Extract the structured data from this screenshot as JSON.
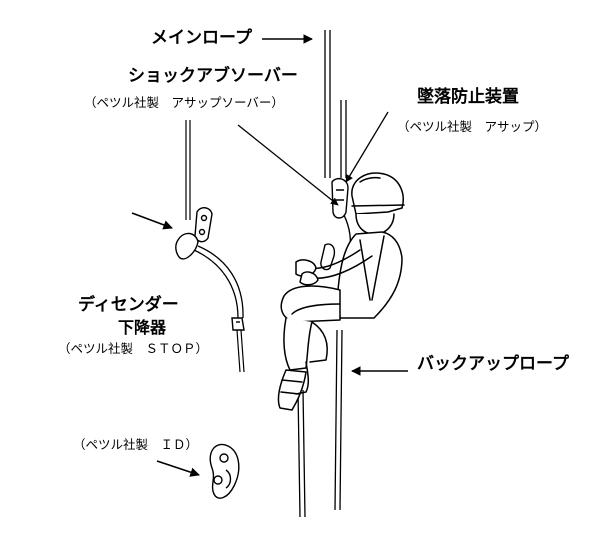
{
  "labels": {
    "main_rope": "メインロープ",
    "shock_absorber": "ショックアブソーバー",
    "shock_absorber_product": "（ペツル社製　アサップソーバー）",
    "fall_arrest": "墜落防止装置",
    "fall_arrest_product": "（ペツル社製　アサップ）",
    "descender": "ディセンダー",
    "descender_jp": "下降器",
    "descender_product": "（ペツル社製　ＳＴＯＰ）",
    "backup_rope": "バックアップロープ",
    "id_product": "（ペツル社製　ＩＤ）"
  }
}
